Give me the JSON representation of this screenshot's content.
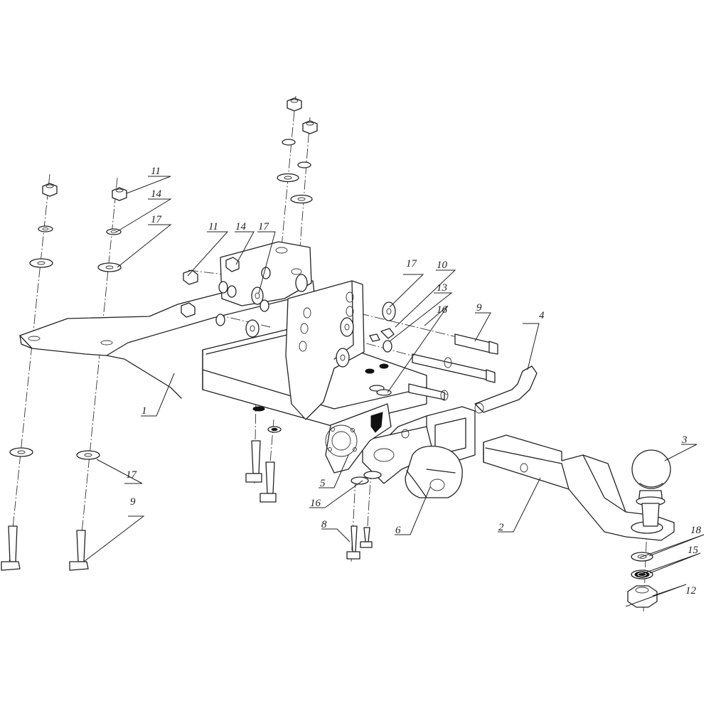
{
  "callouts": {
    "c1": "1",
    "c2": "2",
    "c3": "3",
    "c4": "4",
    "c5": "5",
    "c6": "6",
    "c8": "8",
    "c9a": "9",
    "c9b": "9",
    "c10": "10",
    "c11a": "11",
    "c11b": "11",
    "c12": "12",
    "c13": "13",
    "c14a": "14",
    "c14b": "14",
    "c15": "15",
    "c16a": "16",
    "c16b": "16",
    "c17a": "17",
    "c17b": "17",
    "c17c": "17",
    "c17d": "17",
    "c18": "18"
  },
  "colors": {
    "line": "#222222",
    "background": "#ffffff"
  }
}
